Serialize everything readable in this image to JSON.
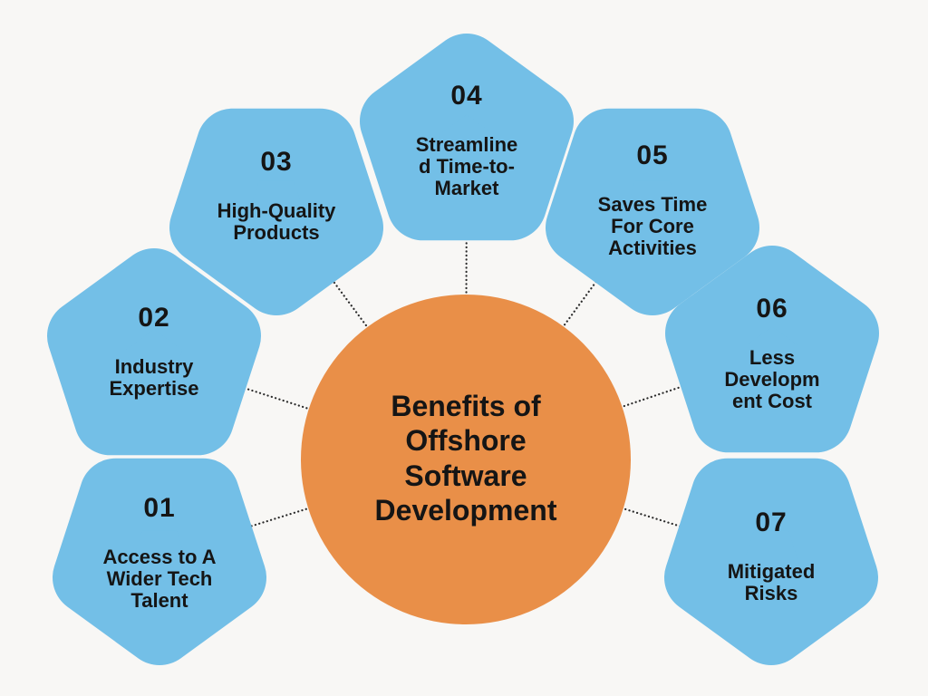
{
  "title": {
    "text": "Benefits of\nOffshore\nSoftware\nDevelopment"
  },
  "items": [
    {
      "number": "01",
      "label": "Access to A\nWider Tech\nTalent"
    },
    {
      "number": "02",
      "label": "Industry\nExpertise"
    },
    {
      "number": "03",
      "label": "High-Quality\nProducts"
    },
    {
      "number": "04",
      "label": "Streamline\nd Time-to-\nMarket"
    },
    {
      "number": "05",
      "label": "Saves Time\nFor Core\nActivities"
    },
    {
      "number": "06",
      "label": "Less\nDevelopm\nent Cost"
    },
    {
      "number": "07",
      "label": "Mitigated\nRisks"
    }
  ],
  "colors": {
    "background": "#F8F7F5",
    "pentagon": "#73BFE7",
    "circle": "#E98F48",
    "text": "#151515",
    "connector": "#2B2B2B"
  }
}
